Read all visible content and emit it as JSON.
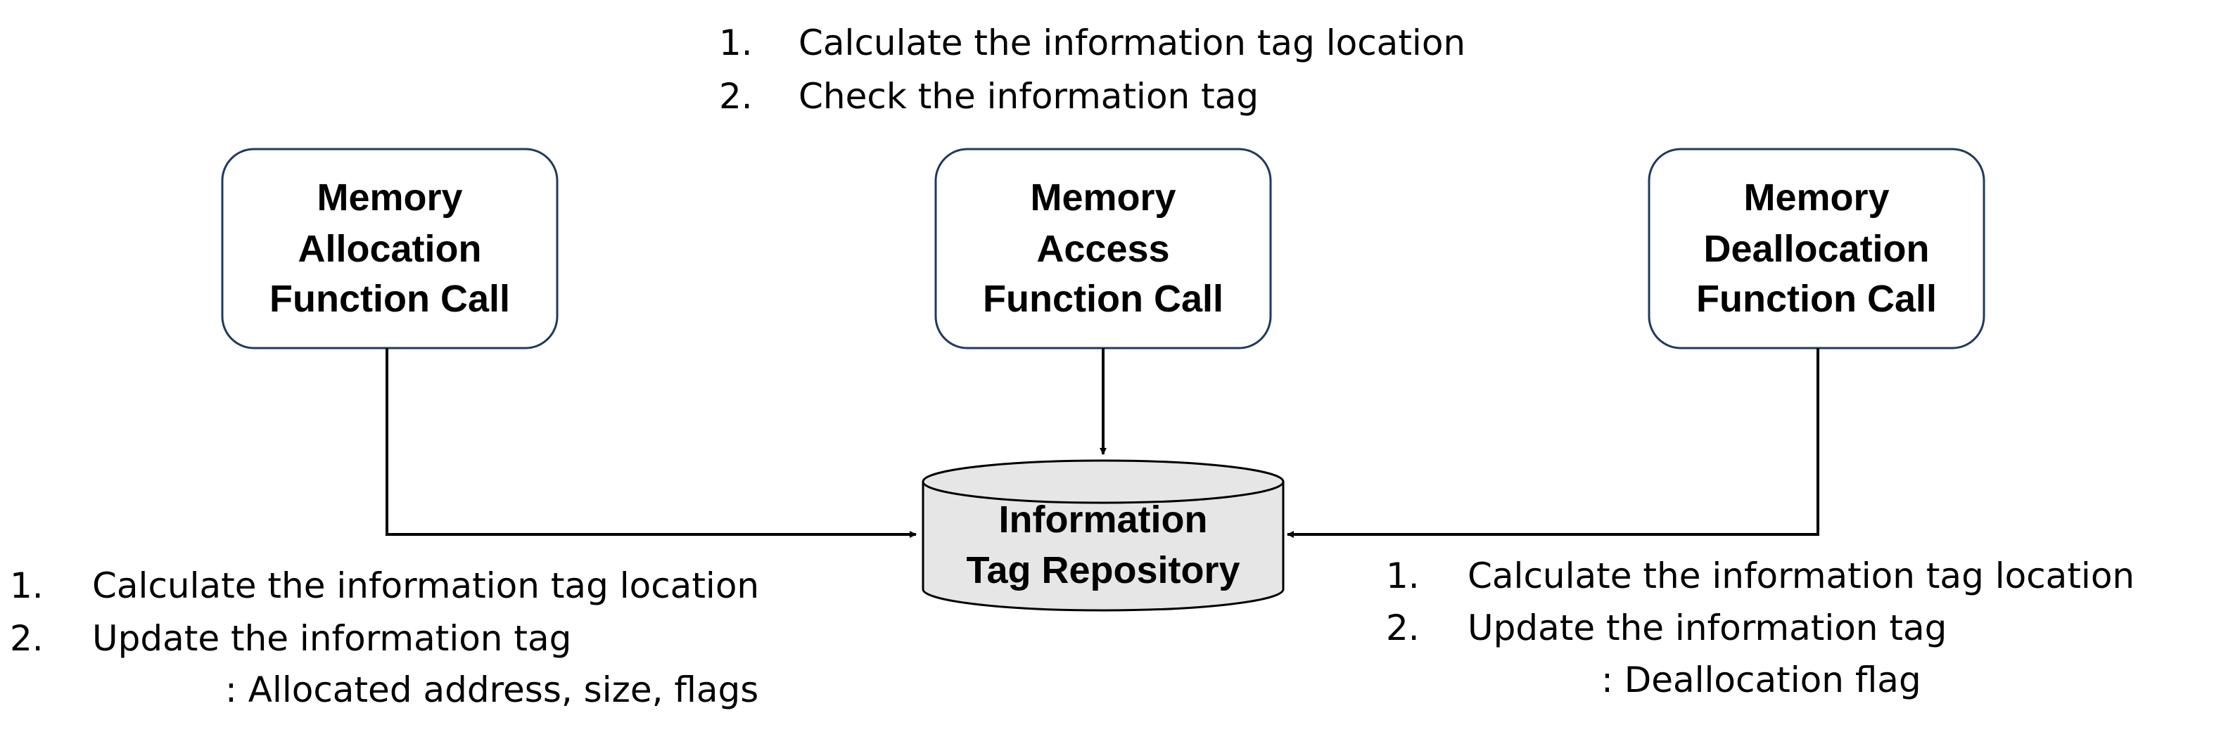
{
  "nodes": {
    "allocation": {
      "lines": [
        "Memory",
        "Allocation",
        "Function Call"
      ]
    },
    "access": {
      "lines": [
        "Memory",
        "Access",
        "Function Call"
      ]
    },
    "deallocation": {
      "lines": [
        "Memory",
        "Deallocation",
        "Function Call"
      ]
    },
    "repository": {
      "lines": [
        "Information",
        "Tag Repository"
      ]
    }
  },
  "notes": {
    "access": {
      "items": [
        {
          "num": "1.",
          "text": "Calculate the information tag location"
        },
        {
          "num": "2.",
          "text": "Check the information tag"
        }
      ]
    },
    "allocation": {
      "items": [
        {
          "num": "1.",
          "text": "Calculate the information tag location"
        },
        {
          "num": "2.",
          "text": "Update the information tag"
        }
      ],
      "detail": ": Allocated address, size, flags"
    },
    "deallocation": {
      "items": [
        {
          "num": "1.",
          "text": "Calculate the information tag location"
        },
        {
          "num": "2.",
          "text": "Update the information tag"
        }
      ],
      "detail": ": Deallocation flag"
    }
  }
}
